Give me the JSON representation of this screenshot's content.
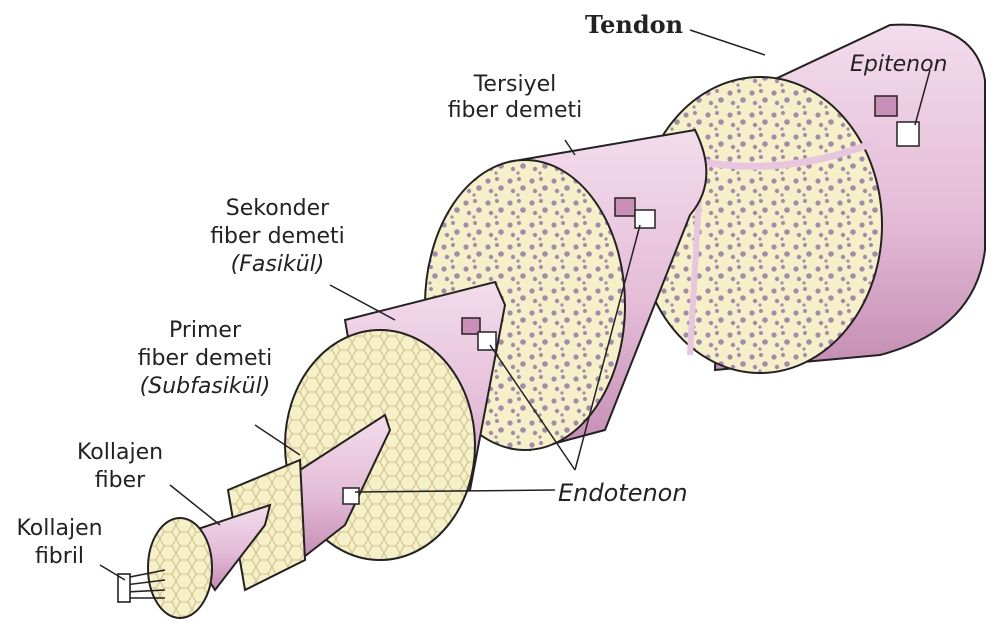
{
  "labels": {
    "tendon": "Tendon",
    "epitenon": "Epitenon",
    "tertiary_line1": "Tersiyel",
    "tertiary_line2": "fiber demeti",
    "secondary_line1": "Sekonder",
    "secondary_line2": "fiber demeti",
    "secondary_line3": "(Fasikül)",
    "primary_line1": "Primer",
    "primary_line2": "fiber demeti",
    "primary_line3": "(Subfasikül)",
    "collagen_fiber_line1": "Kollajen",
    "collagen_fiber_line2": "fiber",
    "collagen_fibril_line1": "Kollajen",
    "collagen_fibril_line2": "fibril",
    "endotenon": "Endotenon"
  },
  "colors": {
    "sheath": "#e9c6df",
    "sheath_shade": "#c98fb6",
    "cross_section": "#f6f0c8",
    "fascicle_dots": "#9b7aa4",
    "outline": "#222222"
  }
}
